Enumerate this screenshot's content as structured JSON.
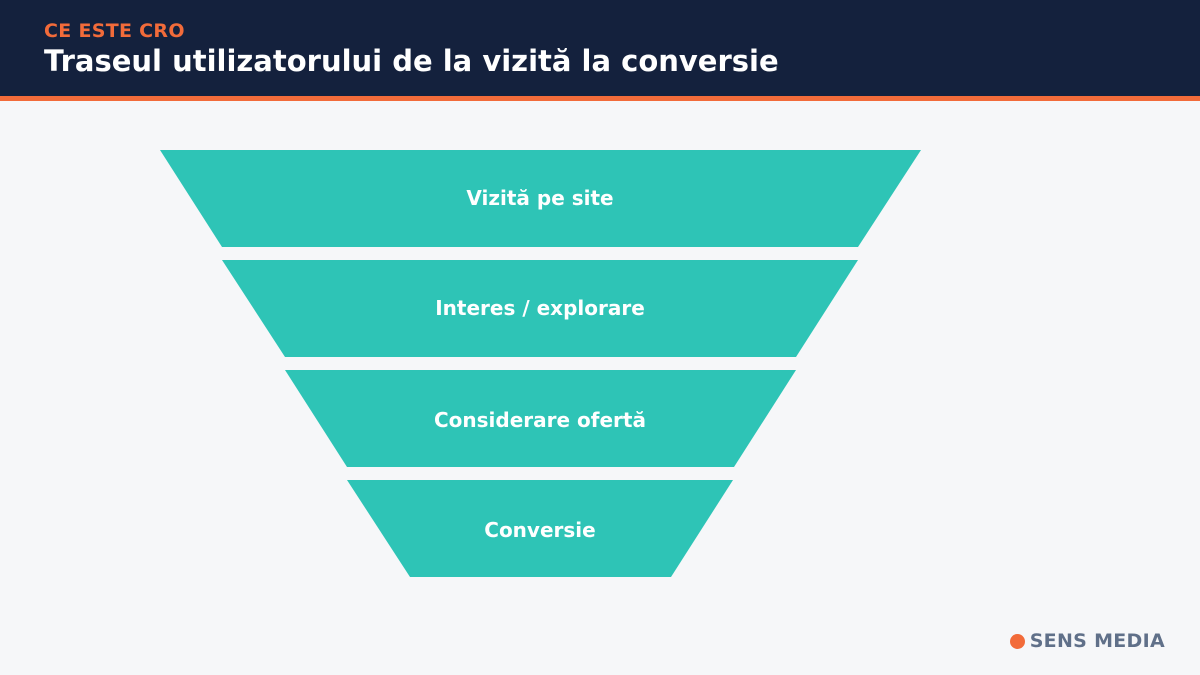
{
  "header": {
    "eyebrow": "CE ESTE CRO",
    "title": "Traseul utilizatorului de la vizită la conversie"
  },
  "funnel": {
    "stages": [
      {
        "label": "Vizită pe site"
      },
      {
        "label": "Interes / explorare"
      },
      {
        "label": "Considerare ofertă"
      },
      {
        "label": "Conversie"
      }
    ]
  },
  "brand": {
    "name": "SENS MEDIA"
  },
  "colors": {
    "header_bg": "#14213d",
    "accent": "#f26b3a",
    "funnel_fill": "#2ec4b6",
    "background": "#f6f7f9",
    "brand_text": "#607089"
  }
}
